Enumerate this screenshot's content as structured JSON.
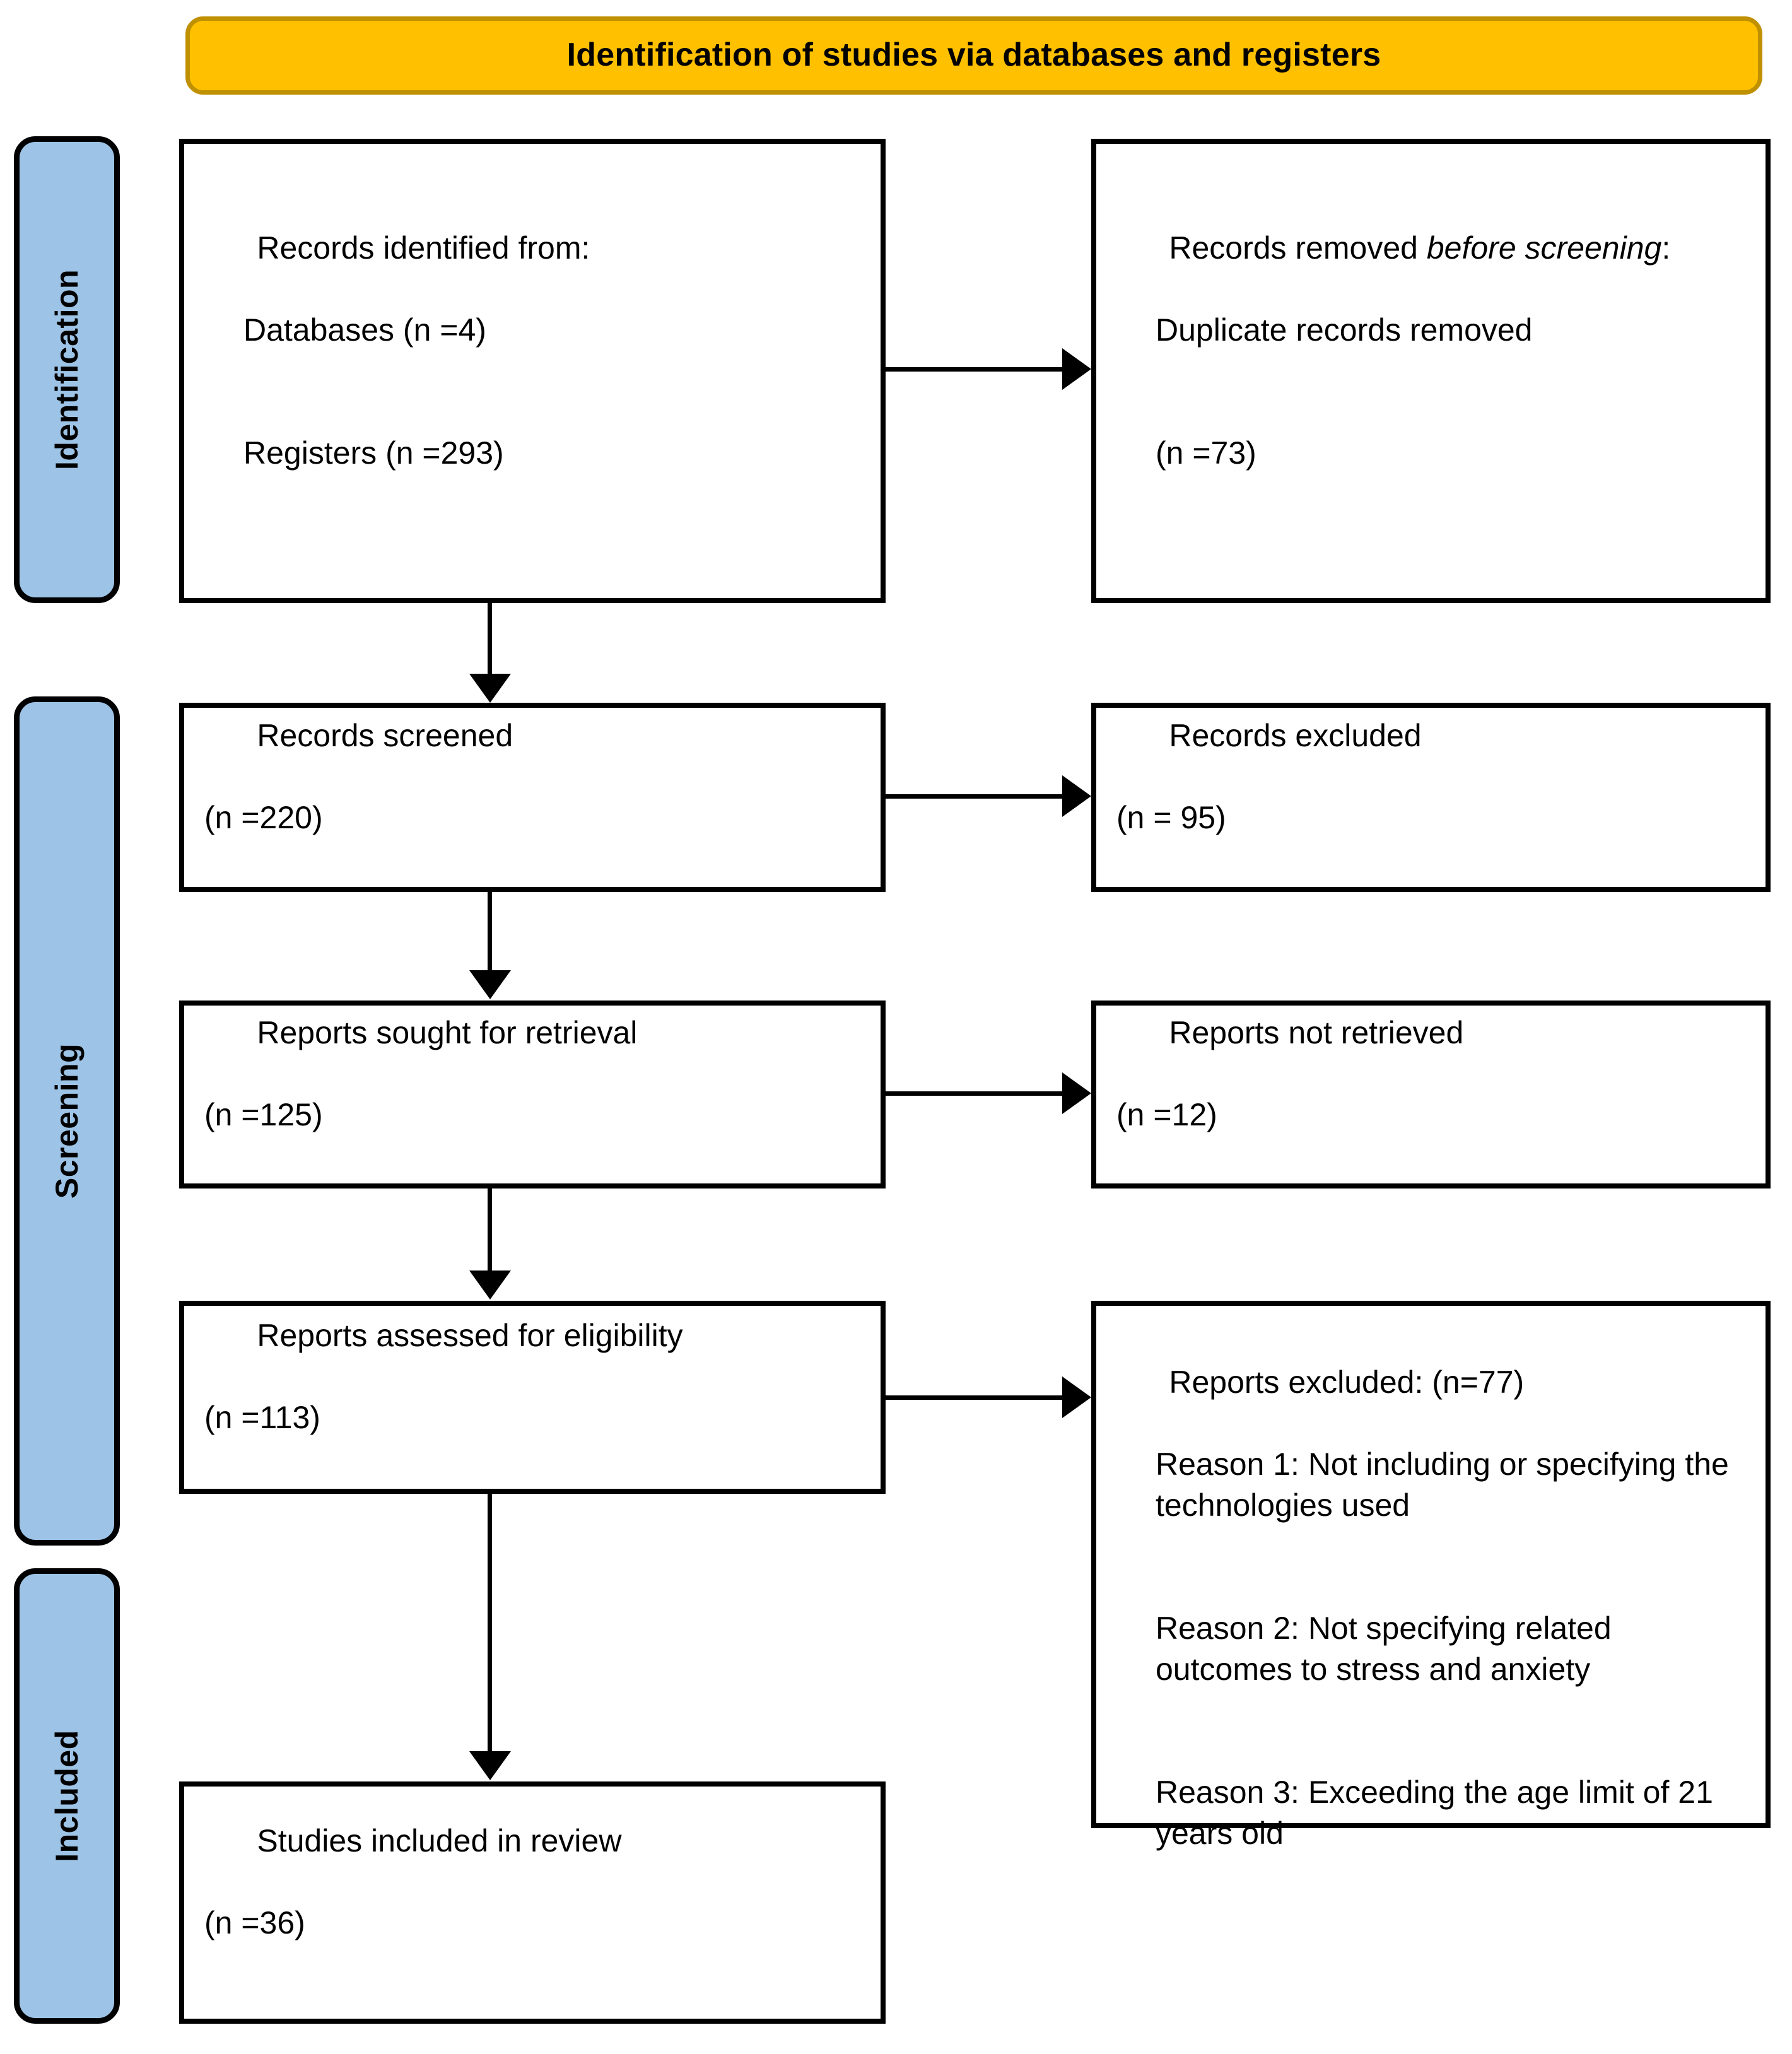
{
  "header": {
    "title": "Identification of studies via databases and registers",
    "fill_color": "#FFC000",
    "border_color": "#BF9000"
  },
  "stages": {
    "fill_color": "#9DC3E6",
    "border_color": "#000000",
    "items": [
      {
        "id": "identification",
        "label": "Identification"
      },
      {
        "id": "screening",
        "label": "Screening"
      },
      {
        "id": "included",
        "label": "Included"
      }
    ]
  },
  "boxes": {
    "records_identified": {
      "line1": "Records identified from:",
      "line2": "Databases (n =4)",
      "line3": "Registers (n =293)"
    },
    "records_removed": {
      "line1_a": "Records removed ",
      "line1_italic": "before screening",
      "line1_b": ":",
      "line2": "Duplicate records removed",
      "line3": "(n =73)"
    },
    "records_screened": {
      "line1": "Records screened",
      "line2": "(n =220)"
    },
    "records_excluded": {
      "line1": "Records excluded",
      "line2": "(n = 95)"
    },
    "reports_sought": {
      "line1": "Reports sought for retrieval",
      "line2": "(n =125)"
    },
    "reports_not_retrieved": {
      "line1": "Reports not retrieved",
      "line2": "(n =12)"
    },
    "reports_assessed": {
      "line1": "Reports assessed for eligibility",
      "line2": "(n =113)"
    },
    "reports_excluded": {
      "heading": "Reports excluded: (n=77)",
      "reason1": "Reason 1: Not including or specifying the technologies used",
      "reason2": "Reason 2: Not specifying related outcomes to stress and anxiety",
      "reason3": "Reason 3: Exceeding the age limit of 21 years old"
    },
    "studies_included": {
      "line1": "Studies included in review",
      "line2": "(n =36)"
    }
  },
  "chart_data": {
    "type": "diagram",
    "title": "Identification of studies via databases and registers",
    "diagram_kind": "PRISMA 2020 flow diagram",
    "nodes": [
      {
        "stage": "Identification",
        "side": "left",
        "label": "Records identified from: Databases (n =4); Registers (n =293)",
        "n_databases": 4,
        "n_registers": 293
      },
      {
        "stage": "Identification",
        "side": "right",
        "label": "Records removed before screening: Duplicate records removed (n =73)",
        "n": 73
      },
      {
        "stage": "Screening",
        "side": "left",
        "label": "Records screened (n =220)",
        "n": 220
      },
      {
        "stage": "Screening",
        "side": "right",
        "label": "Records excluded (n = 95)",
        "n": 95
      },
      {
        "stage": "Screening",
        "side": "left",
        "label": "Reports sought for retrieval (n =125)",
        "n": 125
      },
      {
        "stage": "Screening",
        "side": "right",
        "label": "Reports not retrieved (n =12)",
        "n": 12
      },
      {
        "stage": "Screening",
        "side": "left",
        "label": "Reports assessed for eligibility (n =113)",
        "n": 113
      },
      {
        "stage": "Screening",
        "side": "right",
        "label": "Reports excluded: (n=77)",
        "n": 77
      },
      {
        "stage": "Included",
        "side": "left",
        "label": "Studies included in review (n =36)",
        "n": 36
      }
    ],
    "exclusion_reasons": [
      "Reason 1: Not including or specifying the technologies used",
      "Reason 2: Not specifying related outcomes to stress and anxiety",
      "Reason 3: Exceeding the age limit of 21 years old"
    ]
  }
}
